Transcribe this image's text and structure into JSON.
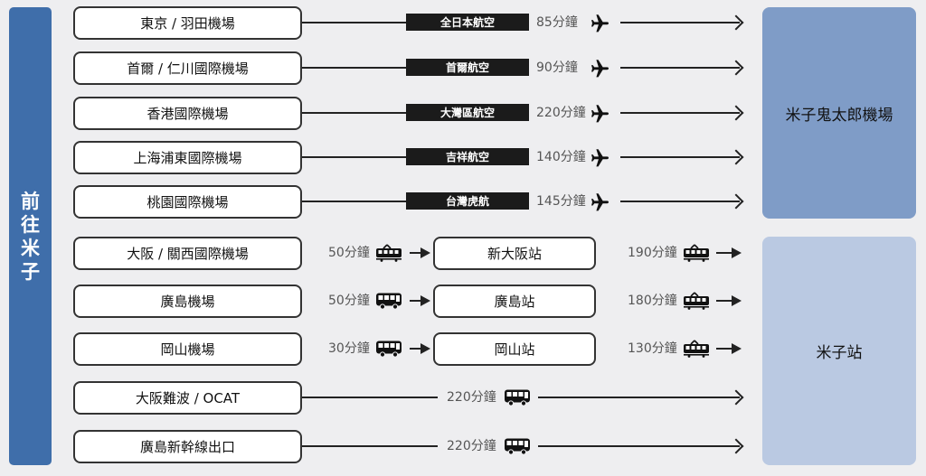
{
  "side_label": [
    "前",
    "往",
    "米",
    "子"
  ],
  "destinations": {
    "airport": "米子鬼太郎機場",
    "station": "米子站"
  },
  "flights": [
    {
      "origin": "東京 / 羽田機場",
      "airline": "全日本航空",
      "duration": "85分鐘",
      "icon": "airplane-icon"
    },
    {
      "origin": "首爾 / 仁川國際機場",
      "airline": "首爾航空",
      "duration": "90分鐘",
      "icon": "airplane-icon"
    },
    {
      "origin": "香港國際機場",
      "airline": "大灣區航空",
      "duration": "220分鐘",
      "icon": "airplane-icon"
    },
    {
      "origin": "上海浦東國際機場",
      "airline": "吉祥航空",
      "duration": "140分鐘",
      "icon": "airplane-icon"
    },
    {
      "origin": "桃園國際機場",
      "airline": "台灣虎航",
      "duration": "145分鐘",
      "icon": "airplane-icon"
    }
  ],
  "transfers": [
    {
      "origin": "大阪 / 關西國際機場",
      "leg1_duration": "50分鐘",
      "leg1_icon": "train-icon",
      "station": "新大阪站",
      "leg2_duration": "190分鐘",
      "leg2_icon": "train-icon"
    },
    {
      "origin": "廣島機場",
      "leg1_duration": "50分鐘",
      "leg1_icon": "bus-icon",
      "station": "廣島站",
      "leg2_duration": "180分鐘",
      "leg2_icon": "train-icon"
    },
    {
      "origin": "岡山機場",
      "leg1_duration": "30分鐘",
      "leg1_icon": "bus-icon",
      "station": "岡山站",
      "leg2_duration": "130分鐘",
      "leg2_icon": "train-icon"
    }
  ],
  "buses": [
    {
      "origin": "大阪難波 /  OCAT",
      "duration": "220分鐘",
      "icon": "bus-icon"
    },
    {
      "origin": "廣島新幹線出口",
      "duration": "220分鐘",
      "icon": "bus-icon"
    }
  ]
}
